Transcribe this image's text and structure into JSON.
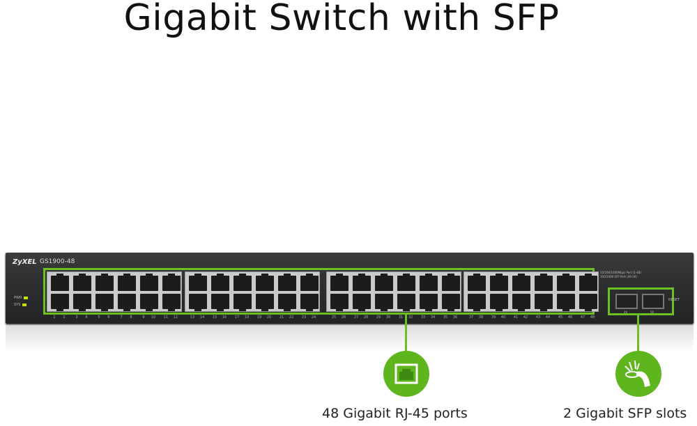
{
  "title": "Gigabit Switch with SFP",
  "device": {
    "brand": "ZyXEL",
    "model": "GS1900-48",
    "leds": [
      "PWR",
      "SYS"
    ],
    "led_color": "#c8e000",
    "port_labels": [
      "1",
      "2",
      "3",
      "4",
      "5",
      "6",
      "7",
      "8",
      "9",
      "10",
      "11",
      "12",
      "13",
      "14",
      "15",
      "16",
      "17",
      "18",
      "19",
      "20",
      "21",
      "22",
      "23",
      "24",
      "25",
      "26",
      "27",
      "28",
      "29",
      "30",
      "31",
      "32",
      "33",
      "34",
      "35",
      "36",
      "37",
      "38",
      "39",
      "40",
      "41",
      "42",
      "43",
      "44",
      "45",
      "46",
      "47",
      "48"
    ],
    "sfp_labels": [
      "49",
      "50"
    ],
    "reset_label": "RESET",
    "spec_text": [
      "10/100/1000Mbps Port (1-48)",
      "100/1000 SFP Port (49-50)"
    ]
  },
  "callouts": [
    {
      "label": "48 Gigabit RJ-45 ports",
      "icon": "ethernet-port-icon"
    },
    {
      "label": "2 Gigabit SFP slots",
      "icon": "fiber-cable-icon"
    }
  ],
  "accent_color": "#6cc11f"
}
